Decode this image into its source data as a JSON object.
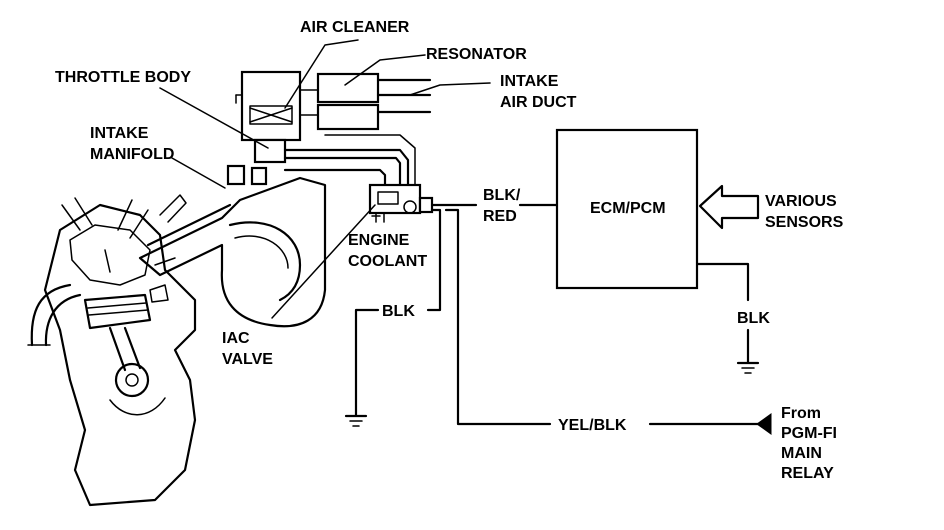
{
  "labels": {
    "air_cleaner": "AIR CLEANER",
    "resonator": "RESONATOR",
    "intake_air_duct_1": "INTAKE",
    "intake_air_duct_2": "AIR DUCT",
    "throttle_body": "THROTTLE BODY",
    "intake_manifold_1": "INTAKE",
    "intake_manifold_2": "MANIFOLD",
    "engine_coolant_1": "ENGINE",
    "engine_coolant_2": "COOLANT",
    "iac_valve_1": "IAC",
    "iac_valve_2": "VALVE",
    "ecm_pcm": "ECM/PCM",
    "various_sensors_1": "VARIOUS",
    "various_sensors_2": "SENSORS",
    "wire_blk_red_1": "BLK/",
    "wire_blk_red_2": "RED",
    "wire_blk_ground": "BLK",
    "wire_blk_ecm": "BLK",
    "wire_yel_blk": "YEL/BLK",
    "from_relay_1": "From",
    "from_relay_2": "PGM-FI",
    "from_relay_3": "MAIN",
    "from_relay_4": "RELAY"
  }
}
